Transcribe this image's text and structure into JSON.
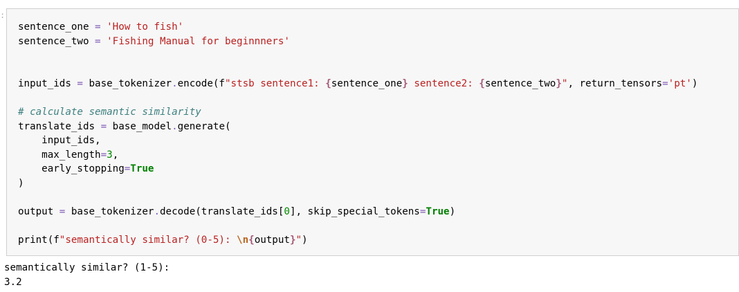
{
  "cell": {
    "prompt": ":",
    "code_lines": [
      [
        {
          "t": "sentence_one "
        },
        {
          "t": "=",
          "c": "op"
        },
        {
          "t": " "
        },
        {
          "t": "'How to fish'",
          "c": "str"
        }
      ],
      [
        {
          "t": "sentence_two "
        },
        {
          "t": "=",
          "c": "op"
        },
        {
          "t": " "
        },
        {
          "t": "'Fishing Manual for beginnners'",
          "c": "str"
        }
      ],
      [],
      [],
      [
        {
          "t": "input_ids "
        },
        {
          "t": "=",
          "c": "op"
        },
        {
          "t": " base_tokenizer"
        },
        {
          "t": ".",
          "c": "op"
        },
        {
          "t": "encode(f"
        },
        {
          "t": "\"stsb sentence1: ",
          "c": "str"
        },
        {
          "t": "{",
          "c": "interp"
        },
        {
          "t": "sentence_one"
        },
        {
          "t": "}",
          "c": "interp"
        },
        {
          "t": " sentence2: ",
          "c": "str"
        },
        {
          "t": "{",
          "c": "interp"
        },
        {
          "t": "sentence_two"
        },
        {
          "t": "}",
          "c": "interp"
        },
        {
          "t": "\"",
          "c": "str"
        },
        {
          "t": ", return_tensors"
        },
        {
          "t": "=",
          "c": "op"
        },
        {
          "t": "'pt'",
          "c": "str"
        },
        {
          "t": ")"
        }
      ],
      [],
      [
        {
          "t": "# calculate semantic similarity",
          "c": "cm"
        }
      ],
      [
        {
          "t": "translate_ids "
        },
        {
          "t": "=",
          "c": "op"
        },
        {
          "t": " base_model"
        },
        {
          "t": ".",
          "c": "op"
        },
        {
          "t": "generate("
        }
      ],
      [
        {
          "t": "    input_ids,"
        }
      ],
      [
        {
          "t": "    max_length"
        },
        {
          "t": "=",
          "c": "op"
        },
        {
          "t": "3",
          "c": "num"
        },
        {
          "t": ","
        }
      ],
      [
        {
          "t": "    early_stopping"
        },
        {
          "t": "=",
          "c": "op"
        },
        {
          "t": "True",
          "c": "kw"
        }
      ],
      [
        {
          "t": ")"
        }
      ],
      [],
      [
        {
          "t": "output "
        },
        {
          "t": "=",
          "c": "op"
        },
        {
          "t": " base_tokenizer"
        },
        {
          "t": ".",
          "c": "op"
        },
        {
          "t": "decode(translate_ids["
        },
        {
          "t": "0",
          "c": "num"
        },
        {
          "t": "], skip_special_tokens"
        },
        {
          "t": "=",
          "c": "op"
        },
        {
          "t": "True",
          "c": "kw"
        },
        {
          "t": ")"
        }
      ],
      [],
      [
        {
          "t": "print(f"
        },
        {
          "t": "\"semantically similar? (0-5): ",
          "c": "str"
        },
        {
          "t": "\\n",
          "c": "esc"
        },
        {
          "t": "{",
          "c": "interp"
        },
        {
          "t": "output"
        },
        {
          "t": "}",
          "c": "interp"
        },
        {
          "t": "\"",
          "c": "str"
        },
        {
          "t": ")"
        }
      ]
    ]
  },
  "output": {
    "lines": [
      "semantically similar? (1-5):",
      "3.2"
    ]
  }
}
